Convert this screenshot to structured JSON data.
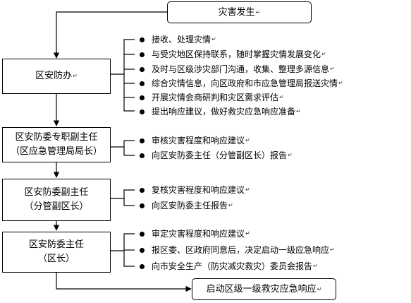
{
  "nodes": {
    "start": "灾害发生",
    "office": "区安防办",
    "deputy_exec_line1": "区安防委专职副主任",
    "deputy_exec_line2": "（区应急管理局局长）",
    "deputy_line1": "区安防委副主任",
    "deputy_line2": "（分管副区长）",
    "director_line1": "区安防委主任",
    "director_line2": "（区长）",
    "end": "启动区级一级救灾应急响应"
  },
  "tasks": {
    "office": [
      "接收、处理灾情",
      "与受灾地区保持联系，随时掌握灾情发展变化",
      "及时与区级涉灾部门沟通，收集、整理多源信息",
      "综合灾情信息，向区政府和市应急管理局报送灾情",
      "开展灾情会商研判和灾区需求评估",
      "提出响应建议，做好救灾应急响应准备"
    ],
    "deputy_exec": [
      "审核灾害程度和响应建议",
      "向区安防委主任（分管副区长）报告"
    ],
    "deputy": [
      "复核灾害程度和响应建议",
      "向区安防委主任报告"
    ],
    "director": [
      "审定灾害程度和响应建议",
      "报区委、区政府同意后，决定启动一级应急响应",
      "向市安全生产（防灾减灾救灾）委员会报告"
    ]
  }
}
